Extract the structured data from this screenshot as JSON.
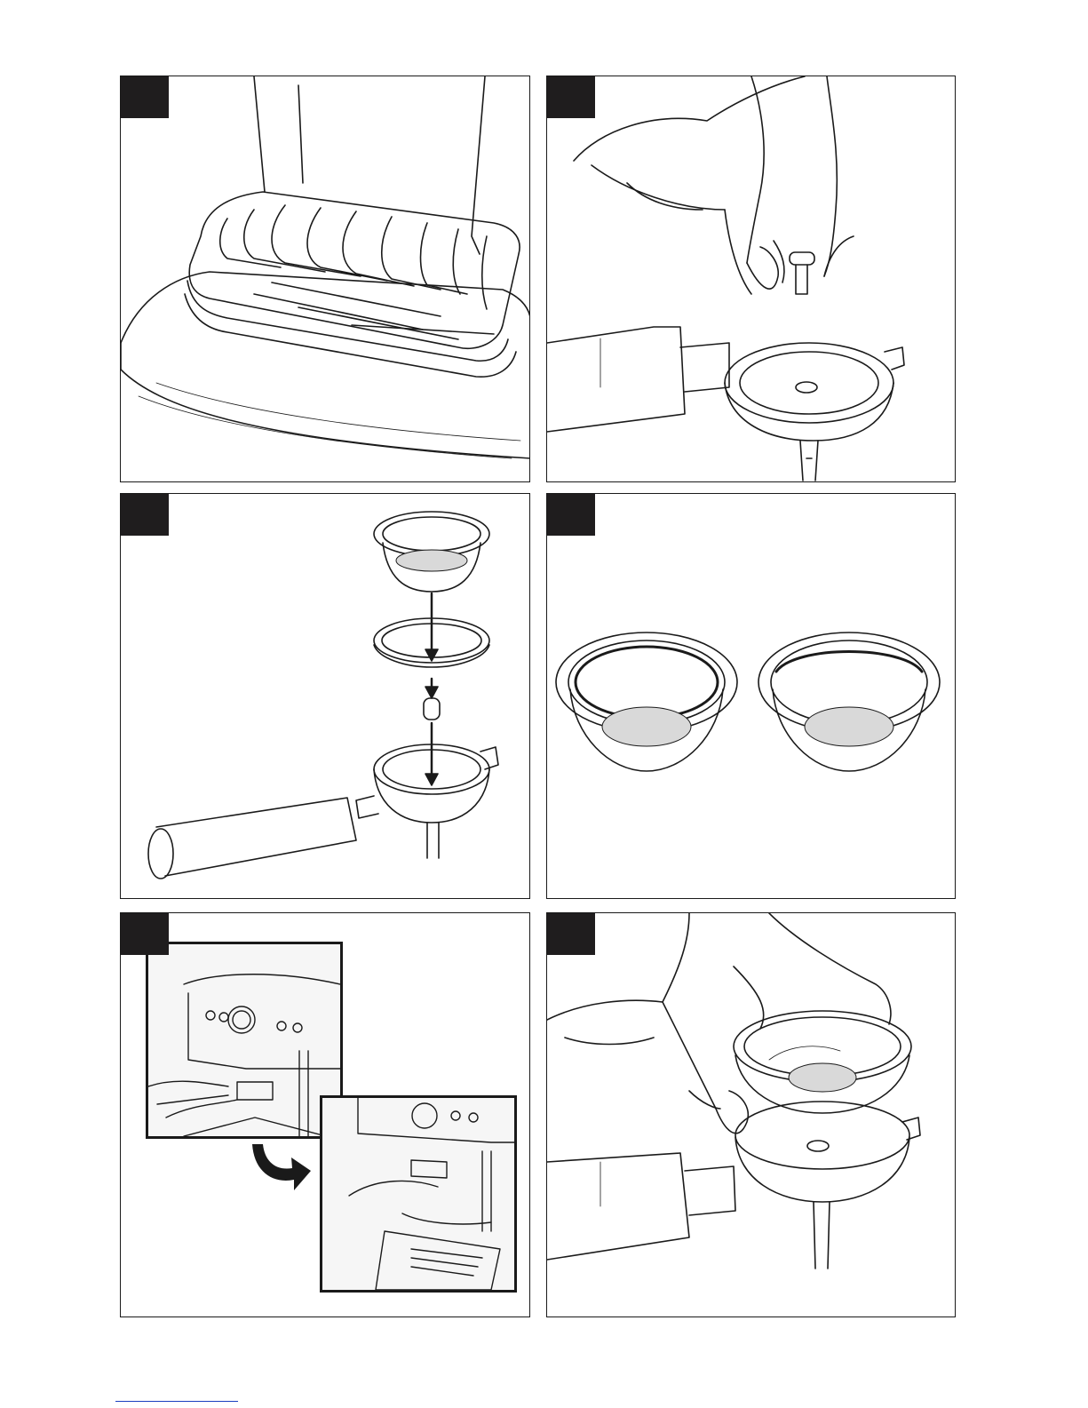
{
  "page": {
    "panels": [
      {
        "id": 1,
        "subject": "drip-tray"
      },
      {
        "id": 2,
        "subject": "filter-holder-pin"
      },
      {
        "id": 3,
        "subject": "filter-assembly"
      },
      {
        "id": 4,
        "subject": "filter-baskets"
      },
      {
        "id": 5,
        "subject": "group-head-insert"
      },
      {
        "id": 6,
        "subject": "basket-insert"
      }
    ],
    "colors": {
      "line": "#1a1a1a",
      "badge": "#1f1d1e",
      "footer_link": "#1a3fbf"
    }
  }
}
